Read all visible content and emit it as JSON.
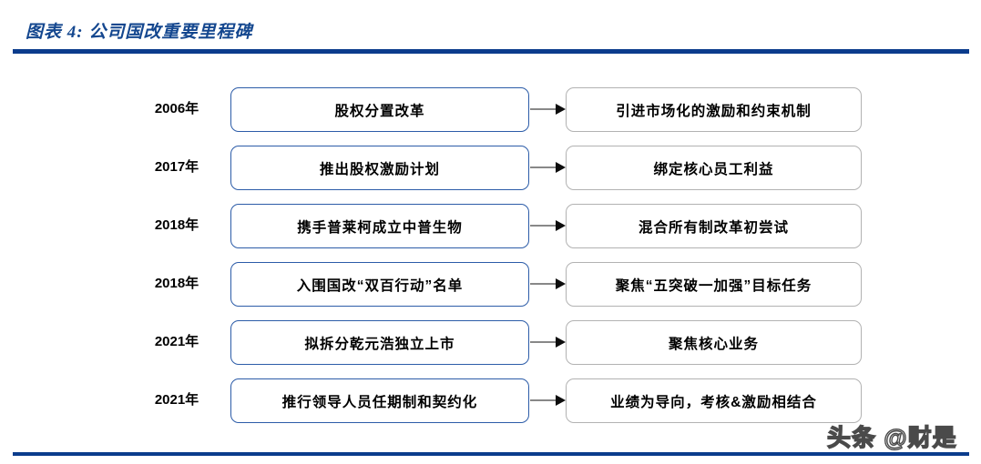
{
  "header": {
    "title": "图表 4: 公司国改重要里程碑",
    "rule_color": "#0b3c8c",
    "title_color": "#14478f"
  },
  "colors": {
    "left_box_border": "#2c5ca8",
    "right_box_border": "#b2b2b2",
    "arrow_shaft": "#888888",
    "arrow_head": "#0d0d0d",
    "text": "#000000"
  },
  "flow": {
    "rows": [
      {
        "year": "2006年",
        "event": "股权分置改革",
        "outcome": "引进市场化的激励和约束机制"
      },
      {
        "year": "2017年",
        "event": "推出股权激励计划",
        "outcome": "绑定核心员工利益"
      },
      {
        "year": "2018年",
        "event": "携手普莱柯成立中普生物",
        "outcome": "混合所有制改革初尝试"
      },
      {
        "year": "2018年",
        "event": "入围国改“双百行动”名单",
        "outcome": "聚焦“五突破一加强”目标任务"
      },
      {
        "year": "2021年",
        "event": "拟拆分乾元浩独立上市",
        "outcome": "聚焦核心业务"
      },
      {
        "year": "2021年",
        "event": "推行领导人员任期制和契约化",
        "outcome": "业绩为导向，考核&激励相结合"
      }
    ]
  },
  "watermark": {
    "text": "头条 @财是"
  },
  "footer": {
    "note": ""
  }
}
